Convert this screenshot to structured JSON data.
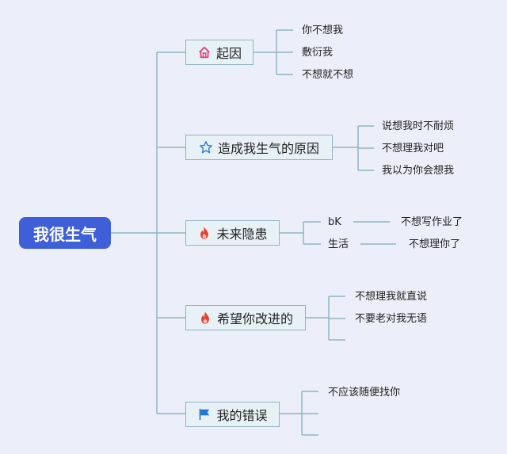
{
  "root": {
    "label": "我很生气"
  },
  "branches": [
    {
      "label": "起因",
      "icon": "home-icon",
      "icon_color": "#e0457b",
      "leaves": [
        "你不想我",
        "敷衍我",
        "不想就不想"
      ]
    },
    {
      "label": "造成我生气的原因",
      "icon": "star-icon",
      "icon_color": "#2e7fd6",
      "leaves": [
        "说想我时不耐烦",
        "不想理我对吧",
        "我以为你会想我"
      ]
    },
    {
      "label": "未来隐患",
      "icon": "fire-icon",
      "icon_color": "#e8412f",
      "leaves": [
        {
          "label": "bK",
          "child": "不想写作业了"
        },
        {
          "label": "生活",
          "child": "不想理你了"
        }
      ]
    },
    {
      "label": "希望你改进的",
      "icon": "fire-icon",
      "icon_color": "#e8412f",
      "leaves": [
        "不想理我就直说",
        "不要老对我无语",
        ""
      ]
    },
    {
      "label": "我的错误",
      "icon": "flag-icon",
      "icon_color": "#1f7ad6",
      "leaves": [
        "不应该随便找你",
        "",
        ""
      ]
    }
  ],
  "colors": {
    "root": "#3f5fd8",
    "line": "#8fb5c1",
    "branch_bg": "#e8f1f6",
    "background": "#eceef9"
  }
}
